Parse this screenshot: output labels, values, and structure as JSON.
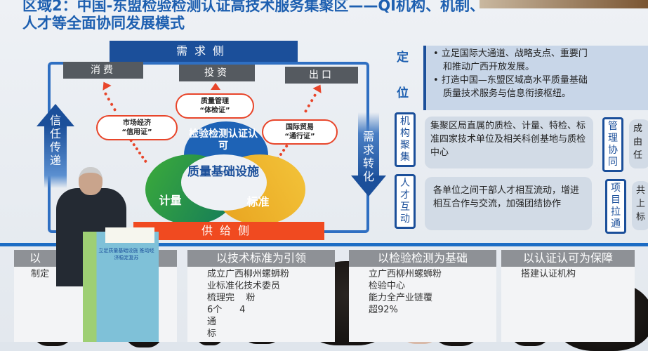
{
  "slide": {
    "title_line1": "区域2：中国-东盟检验检测认证高技术服务集聚区——QI机构、机制、",
    "title_line2": "人才等全面协同发展模式",
    "diagram": {
      "demand_side": "需求侧",
      "supply_side": "供给侧",
      "top_boxes": [
        "消费",
        "投资",
        "出口"
      ],
      "ovals": [
        [
          "市场经济",
          "“信用证”"
        ],
        [
          "质量管理",
          "“体检证”"
        ],
        [
          "国际贸易",
          "“通行证”"
        ]
      ],
      "left_arrow": "信任传递",
      "right_arrow": "需求转化",
      "core": [
        "检验检测认证认可",
        "质量基础设施",
        "计量",
        "标准"
      ]
    },
    "positioning": {
      "label_1": "定",
      "label_2": "位",
      "bullets": [
        "立足国际大通道、战略支点、重要门",
        "和推动广西开放发展。",
        "打造中国—东盟区域高水平质量基础",
        "质量技术服务与信息衔接枢纽。"
      ]
    },
    "blocks": [
      {
        "tag": "机构聚集",
        "text": "集聚区局直属的质检、计量、特检、标准四家技术单位及相关科创基地与质检中心"
      },
      {
        "tag": "人才互动",
        "text": "各单位之间干部人才相互流动，增进相互合作与交流，加强团结协作"
      },
      {
        "tag": "管理协同",
        "text": "成由任"
      },
      {
        "tag": "项目拉通",
        "text": "共上标"
      }
    ],
    "columns": [
      {
        "head": "以",
        "lines": [
          "制定"
        ]
      },
      {
        "head": "以技术标准为引领",
        "lines": [
          "成立广西柳州螺蛳粉",
          "业标准化技术委员",
          "梳理完    粉",
          "6个      4",
          "通",
          "标"
        ]
      },
      {
        "head": "以检验检测为基础",
        "lines": [
          "立广西柳州螺蛳粉",
          "检验中心",
          "能力全产业链覆",
          "超92%"
        ]
      },
      {
        "head": "以认证认可为保障",
        "lines": [
          "搭建认证机构"
        ]
      }
    ],
    "podium": {
      "text": "立足质量基础设施 推动经济稳定复苏"
    }
  }
}
